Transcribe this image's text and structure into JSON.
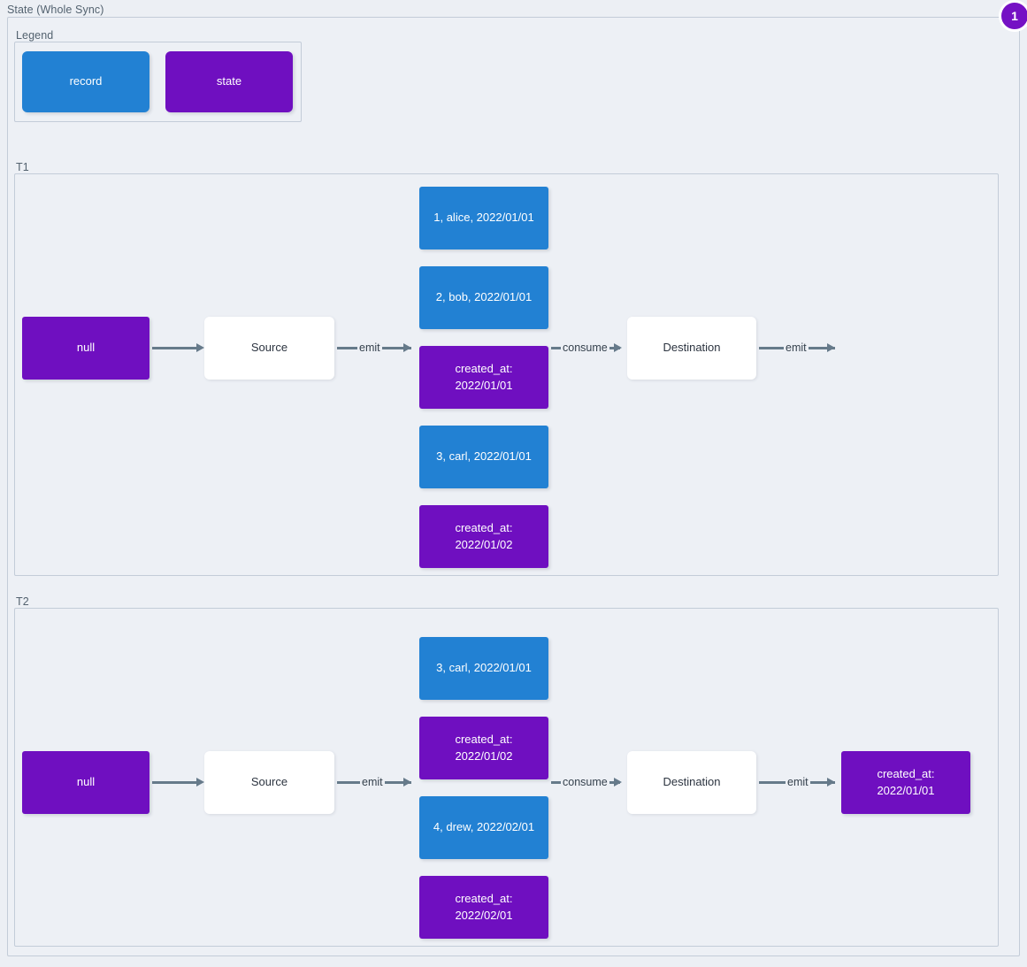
{
  "diagram": {
    "title": "State (Whole Sync)",
    "badge": "1",
    "colors": {
      "record": "#2281d3",
      "state": "#6f0fc0",
      "plain": "#ffffff",
      "edge": "#667a8a",
      "panel_bg": "#edf0f5",
      "panel_border": "#c3ccd8",
      "badge_bg": "#7511c4"
    }
  },
  "legend": {
    "label": "Legend",
    "items": [
      {
        "label": "record",
        "type": "record"
      },
      {
        "label": "state",
        "type": "state"
      }
    ]
  },
  "sections": [
    {
      "label": "T1",
      "nodes": {
        "initial_state": "null",
        "source": "Source",
        "destination": "Destination",
        "messages": [
          {
            "text": "1, alice, 2022/01/01",
            "type": "record"
          },
          {
            "text": "2, bob, 2022/01/01",
            "type": "record"
          },
          {
            "text": "created_at:\n2022/01/01",
            "type": "state"
          },
          {
            "text": "3, carl, 2022/01/01",
            "type": "record"
          },
          {
            "text": "created_at:\n2022/01/02",
            "type": "state"
          }
        ],
        "final_state": null
      },
      "edges": [
        {
          "label": ""
        },
        {
          "label": "emit"
        },
        {
          "label": "consume"
        },
        {
          "label": "emit"
        }
      ]
    },
    {
      "label": "T2",
      "nodes": {
        "initial_state": "null",
        "source": "Source",
        "destination": "Destination",
        "messages": [
          {
            "text": "3, carl, 2022/01/01",
            "type": "record"
          },
          {
            "text": "created_at:\n2022/01/02",
            "type": "state"
          },
          {
            "text": "4, drew, 2022/02/01",
            "type": "record"
          },
          {
            "text": "created_at:\n2022/02/01",
            "type": "state"
          }
        ],
        "final_state": "created_at:\n2022/01/01"
      },
      "edges": [
        {
          "label": ""
        },
        {
          "label": "emit"
        },
        {
          "label": "consume"
        },
        {
          "label": "emit"
        }
      ]
    }
  ]
}
